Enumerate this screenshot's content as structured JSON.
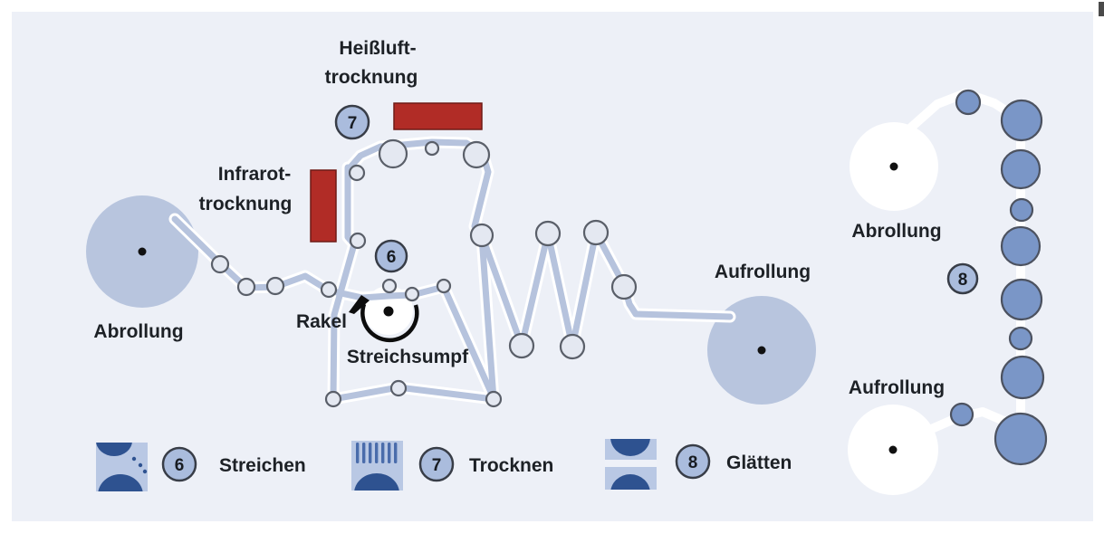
{
  "diagram": {
    "title_hint": "Paper coating line process diagram",
    "labels": {
      "heissluft_line1": "Heißluft-",
      "heissluft_line2": "trocknung",
      "infrarot_line1": "Infrarot-",
      "infrarot_line2": "trocknung",
      "abrollung_left": "Abrollung",
      "rakel": "Rakel",
      "streichsumpf": "Streichsumpf",
      "aufrollung_mid": "Aufrollung",
      "abrollung_right": "Abrollung",
      "aufrollung_right": "Aufrollung"
    },
    "badges": {
      "b6": "6",
      "b7": "7",
      "b8": "8",
      "b8_right": "8"
    },
    "legend": [
      {
        "num": "6",
        "label": "Streichen",
        "icon": "coating-icon"
      },
      {
        "num": "7",
        "label": "Trocknen",
        "icon": "drying-icon"
      },
      {
        "num": "8",
        "label": "Glätten",
        "icon": "calender-icon"
      }
    ],
    "colors": {
      "panel_bg": "#edf0f7",
      "web_blue": "#b6c3dd",
      "web_casing": "#ffffff",
      "roller_fill": "#e4e8f1",
      "roller_stroke": "#5a5f69",
      "big_roll_fill": "#b8c5de",
      "calender_roll_fill": "#7a96c7",
      "dryer_red": "#b12c26",
      "badge_fill": "#aabcdd",
      "icon_bg": "#b9c8e4",
      "icon_dark_blue": "#2e5290",
      "text_dark": "#1d2126"
    }
  }
}
